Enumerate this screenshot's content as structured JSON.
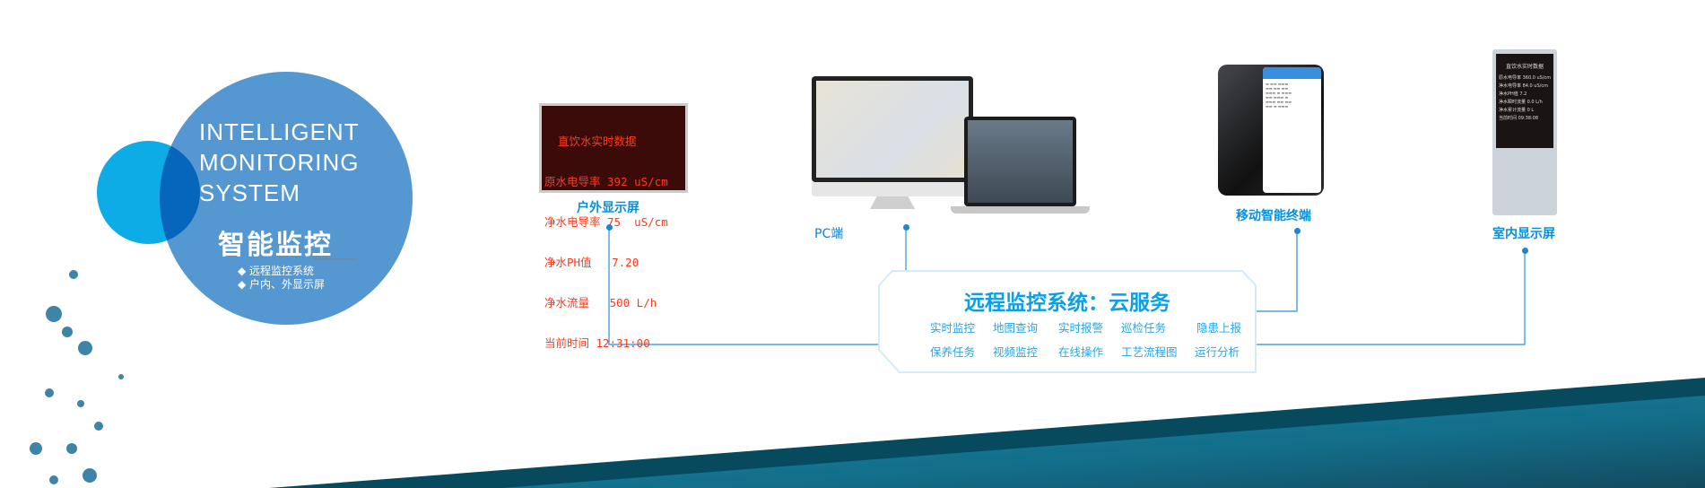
{
  "intro": {
    "english_title": [
      "INTELLIGENT",
      "MONITORING",
      "SYSTEM"
    ],
    "chinese_title": "智能监控",
    "bullets": [
      "◆ 远程监控系统",
      "◆ 户内、外显示屏"
    ]
  },
  "outdoor_display": {
    "label": "户外显示屏",
    "screen_lines": [
      "  直饮水实时数据",
      "原水电导率 392 uS/cm",
      "净水电导率 75  uS/cm",
      "净水PH值   7.20",
      "净水流量   500 L/h",
      "当前时间 12:31:00"
    ]
  },
  "pc": {
    "label": "PC端"
  },
  "mobile": {
    "label": "移动智能终端"
  },
  "indoor_display": {
    "label": "室内显示屏",
    "screen_title": "直饮水实时数据",
    "screen_lines": [
      "原水电导率  360.0  uS/cm",
      "净水电导率  84.0  uS/cm",
      "净水PH值   7.2",
      "净水瞬时流量  0.0   L/h",
      "净水累计流量 0       L",
      "当前时间    09:38:08"
    ]
  },
  "cloud": {
    "title": "远程监控系统：云服务",
    "services_row1": [
      "实时监控",
      "地图查询",
      "实时报警",
      "巡检任务",
      "隐患上报"
    ],
    "services_row2": [
      "保养任务",
      "视频监控",
      "在线操作",
      "工艺流程图",
      "运行分析"
    ]
  },
  "colors": {
    "accent": "#0aa0e6",
    "circle_big": "#5597d0",
    "circle_small": "#00a8e6",
    "band_dark": "#074a5e",
    "band_light": "#137f9e"
  }
}
